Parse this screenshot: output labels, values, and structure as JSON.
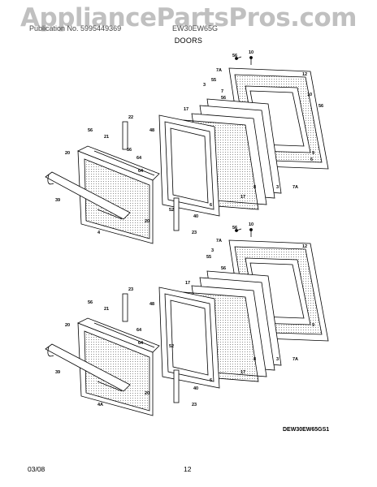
{
  "watermark": "AppliancePartsPros.com",
  "header": {
    "left": "Publication No. 5995449369",
    "right": "EW30EW65G"
  },
  "section_title": "DOORS",
  "model_code": "DEW30EW65GS1",
  "footer": {
    "date": "03/08",
    "page": "12"
  },
  "labels": {
    "upper": [
      "56",
      "10",
      "7A",
      "12",
      "55",
      "3",
      "10",
      "56",
      "7",
      "56",
      "17",
      "21",
      "22",
      "56",
      "48",
      "56",
      "20",
      "64",
      "9",
      "64",
      "39",
      "6",
      "52",
      "20",
      "40",
      "8",
      "6",
      "17",
      "3",
      "7A",
      "23",
      "4"
    ],
    "lower": [
      "56",
      "10",
      "7A",
      "12",
      "3",
      "55",
      "56",
      "17",
      "23",
      "56",
      "21",
      "48",
      "9",
      "20",
      "64",
      "52",
      "39",
      "64",
      "20",
      "40",
      "6",
      "8",
      "17",
      "3",
      "7A",
      "23",
      "4A"
    ]
  }
}
